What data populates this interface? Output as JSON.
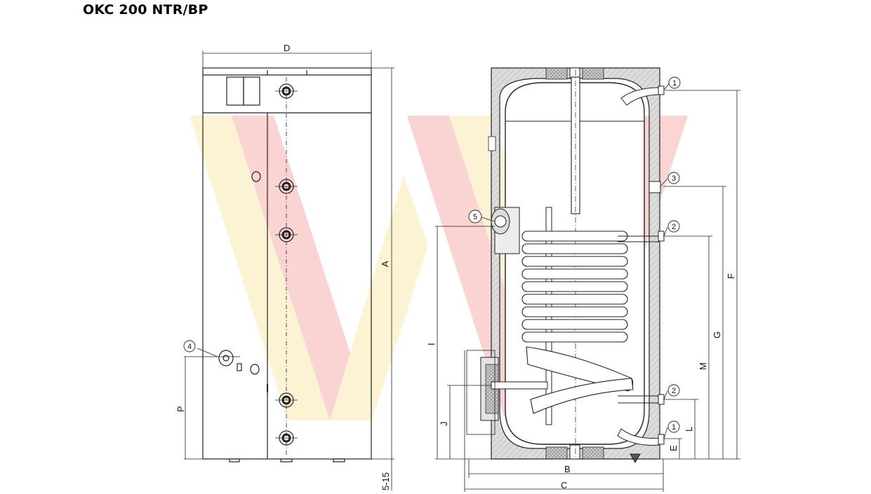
{
  "title": "OKC 200 NTR/BP",
  "dimension_labels": {
    "A": "A",
    "B": "B",
    "C": "C",
    "D": "D",
    "E": "E",
    "F": "F",
    "G": "G",
    "I": "I",
    "J": "J",
    "L": "L",
    "M": "M",
    "P": "P",
    "foot": "5-15"
  },
  "callouts": {
    "c1_top": "1",
    "c1_bottom": "1",
    "c2_upper": "2",
    "c2_lower": "2",
    "c3": "3",
    "c4": "4",
    "c5": "5"
  },
  "colors": {
    "line": "#222222",
    "insulation_fill": "#d7d7d7",
    "watermark_red": "#e9403b",
    "watermark_yellow": "#f6d04a"
  }
}
